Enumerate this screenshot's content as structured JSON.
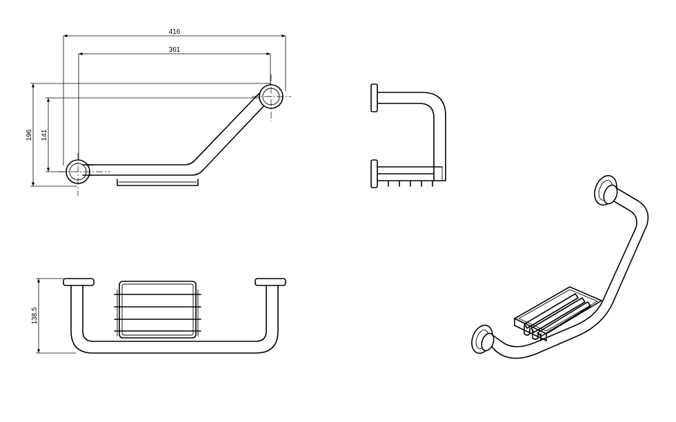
{
  "dimensions": {
    "overall_width": "416",
    "inner_width": "361",
    "overall_height": "196",
    "inner_height": "141",
    "front_height": "138.5"
  }
}
